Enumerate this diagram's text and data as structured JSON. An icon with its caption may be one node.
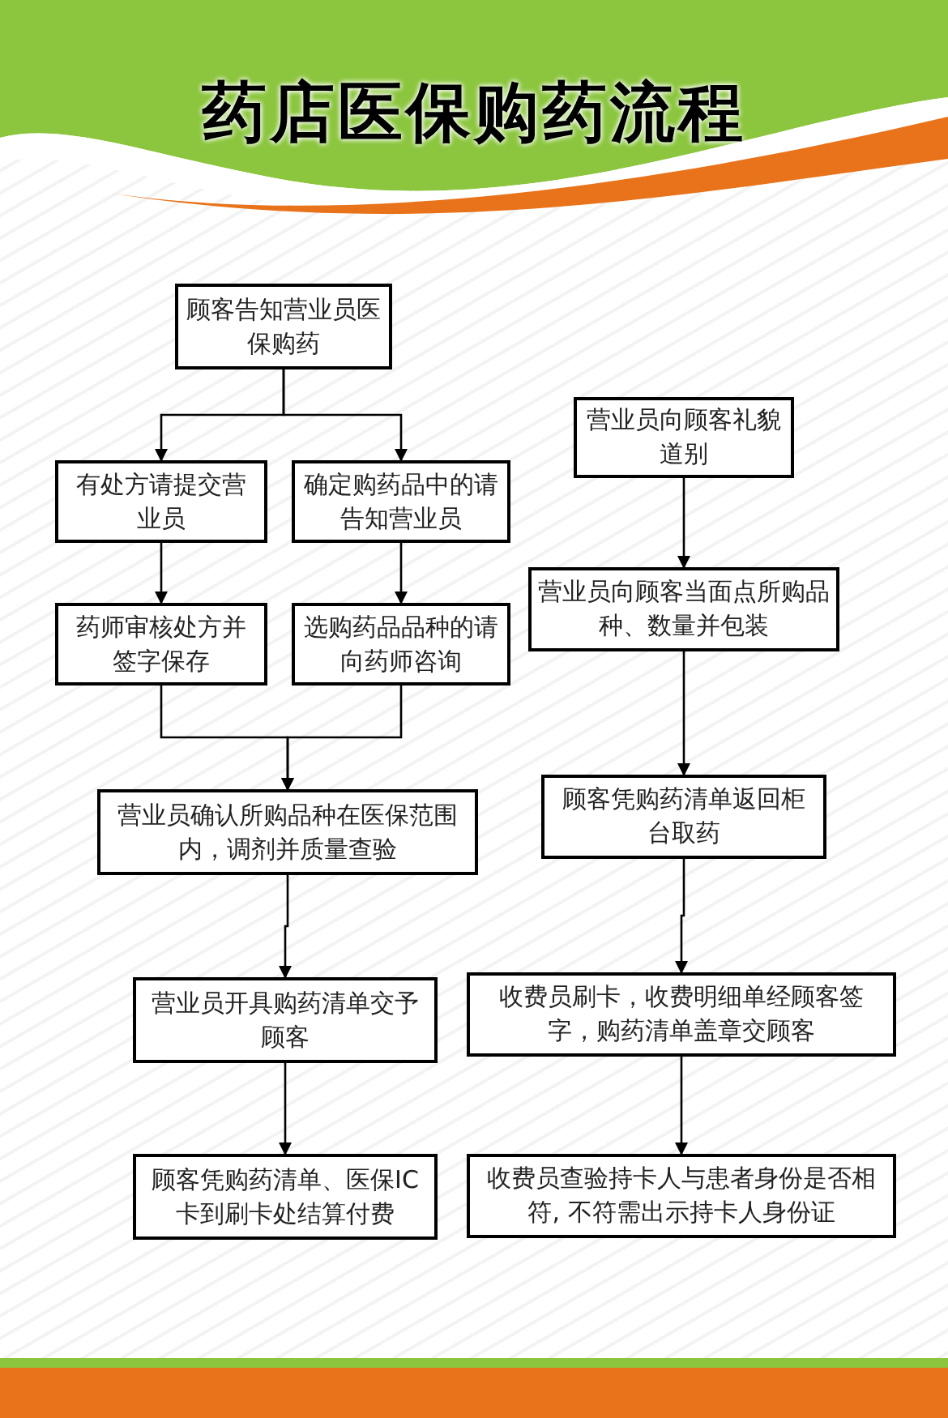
{
  "diagram": {
    "title": "药店医保购药流程",
    "nodes": [
      {
        "text": [
          "顾客告知营业员医保购药"
        ]
      },
      {
        "text": [
          "有处方请提交营业员"
        ]
      },
      {
        "text": [
          "确定购药品中的请告知营业员"
        ]
      },
      {
        "text": [
          "药师审核处方并签字保存"
        ]
      },
      {
        "text": [
          "选购药品品种的请向药师咨询"
        ]
      },
      {
        "text": [
          "营业员确认所购品种在医保范围内，调剂并质量查验"
        ]
      },
      {
        "text": [
          "营业员开具购药清单交予顾客"
        ]
      },
      {
        "text": [
          "顾客凭购药清单、医保IC卡到刷卡处结算付费"
        ]
      },
      {
        "text": [
          "营业员向顾客礼貌道别"
        ]
      },
      {
        "text": [
          "营业员向顾客当面点所购品种、数量并包装"
        ]
      },
      {
        "text": [
          "顾客凭购药清单返回柜台取药"
        ]
      },
      {
        "text": [
          "收费员刷卡，收费明细单经顾客签字，购药清单盖章交顾客"
        ]
      },
      {
        "text": [
          "收费员查验持卡人与患者身份是否相符, 不符需出示持卡人身份证"
        ]
      }
    ],
    "edges": [
      {
        "from": 0,
        "to": 1,
        "arrow": "to"
      },
      {
        "from": 0,
        "to": 2,
        "arrow": "to"
      },
      {
        "from": 1,
        "to": 3,
        "arrow": "to"
      },
      {
        "from": 2,
        "to": 4,
        "arrow": "to"
      },
      {
        "from": 3,
        "to": 5,
        "arrow": "to"
      },
      {
        "from": 4,
        "to": 5,
        "arrow": "to"
      },
      {
        "from": 5,
        "to": 6,
        "arrow": "to"
      },
      {
        "from": 6,
        "to": 7,
        "arrow": "to"
      },
      {
        "from": 8,
        "to": 9,
        "arrow": "to"
      },
      {
        "from": 9,
        "to": 10,
        "arrow": "to"
      },
      {
        "from": 10,
        "to": 11,
        "arrow": "to"
      },
      {
        "from": 11,
        "to": 12,
        "arrow": "to"
      }
    ]
  }
}
